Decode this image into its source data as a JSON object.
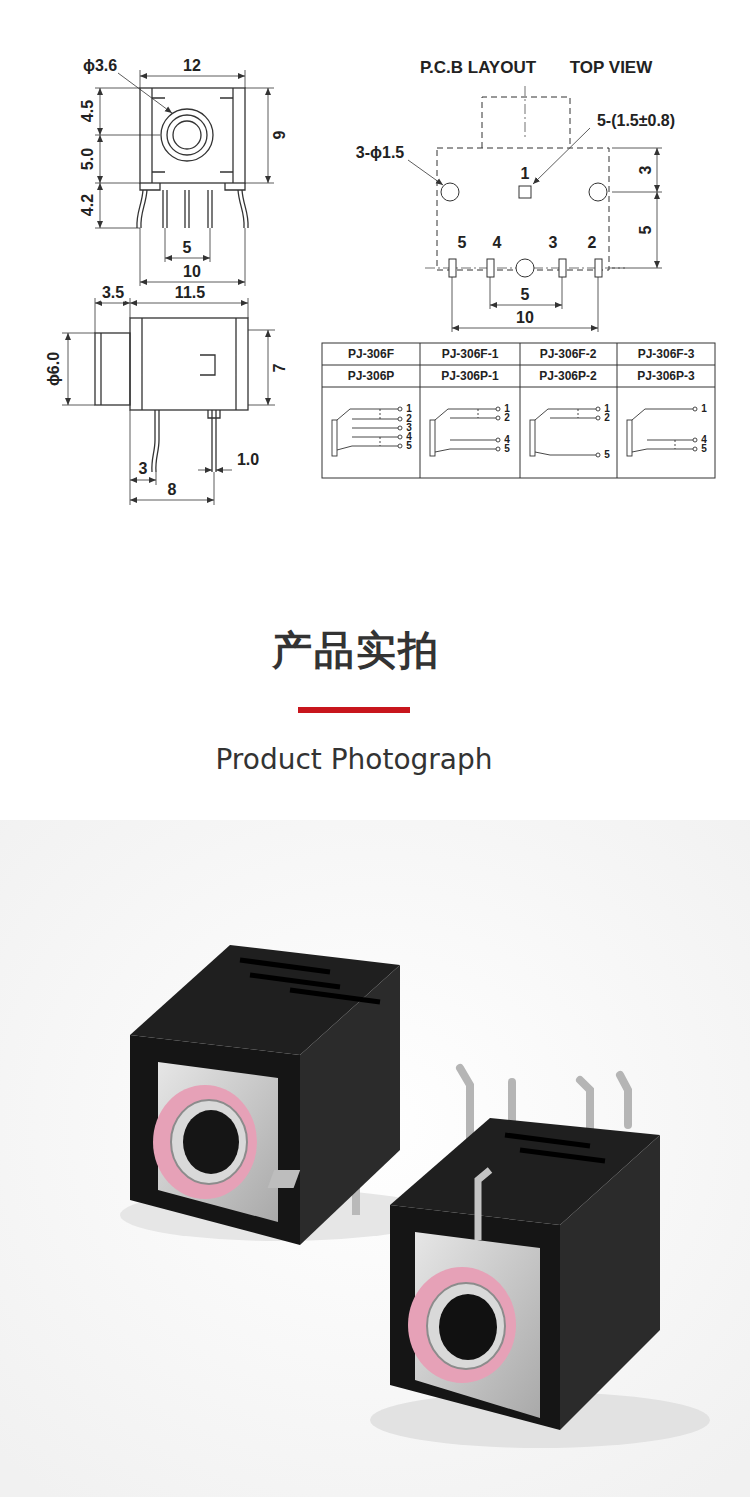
{
  "diagram": {
    "title": "产品实拍",
    "labels": [
      "ϕ3.6",
      "12",
      "4.5",
      "5.0",
      "4.2",
      "9",
      "5",
      "10",
      "3.5",
      "11.5",
      "ϕ6.0",
      "7",
      "3",
      "1.0",
      "8",
      "P.C.B LAYOUT",
      "TOP VIEW",
      "5-(1.5±0.8)",
      "3-ϕ1.5",
      "1",
      "3",
      "5",
      "5",
      "4",
      "3",
      "2",
      "5",
      "10",
      "PJ-306F",
      "PJ-306F-1",
      "PJ-306F-2",
      "PJ-306F-3",
      "PJ-306P",
      "PJ-306P-1",
      "PJ-306P-2",
      "PJ-306P-3",
      "1",
      "2",
      "3",
      "4",
      "5",
      "1",
      "2",
      "4",
      "5",
      "1",
      "2",
      "5",
      "1",
      "4",
      "5",
      "Product Photograph"
    ]
  }
}
